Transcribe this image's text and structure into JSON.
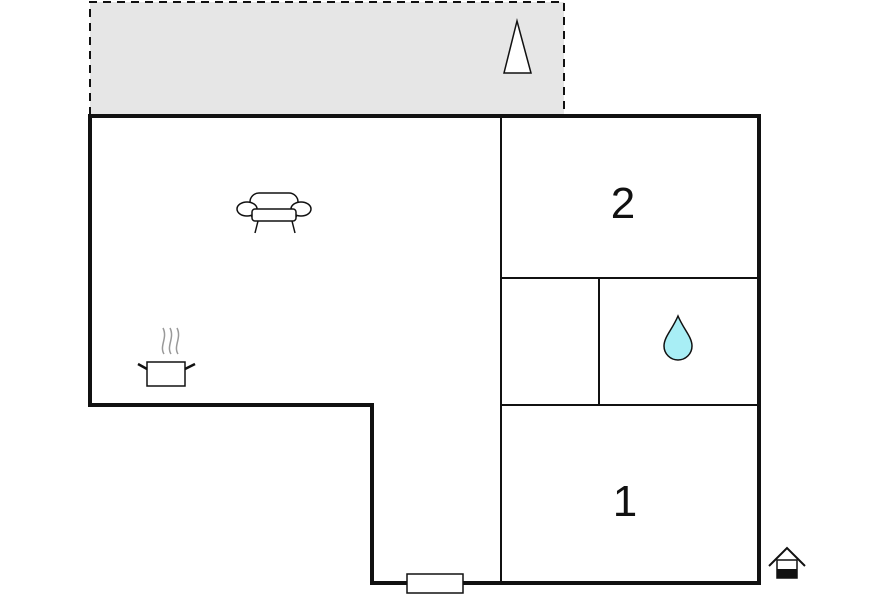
{
  "floor_plan": {
    "rooms": [
      {
        "id": "bedroom-2",
        "label": "2"
      },
      {
        "id": "bedroom-1",
        "label": "1"
      }
    ],
    "icons": [
      {
        "name": "sofa-icon",
        "room": "living-room"
      },
      {
        "name": "cooking-pot-icon",
        "room": "kitchen"
      },
      {
        "name": "water-drop-icon",
        "room": "bathroom"
      },
      {
        "name": "compass-north-icon",
        "area": "terrace"
      },
      {
        "name": "house-entrance-icon",
        "area": "entrance"
      },
      {
        "name": "door-icon",
        "area": "entrance"
      }
    ],
    "colors": {
      "wall": "#111111",
      "terrace_fill": "#e6e6e6",
      "water": "#a8eef5",
      "steam": "#999999"
    }
  }
}
